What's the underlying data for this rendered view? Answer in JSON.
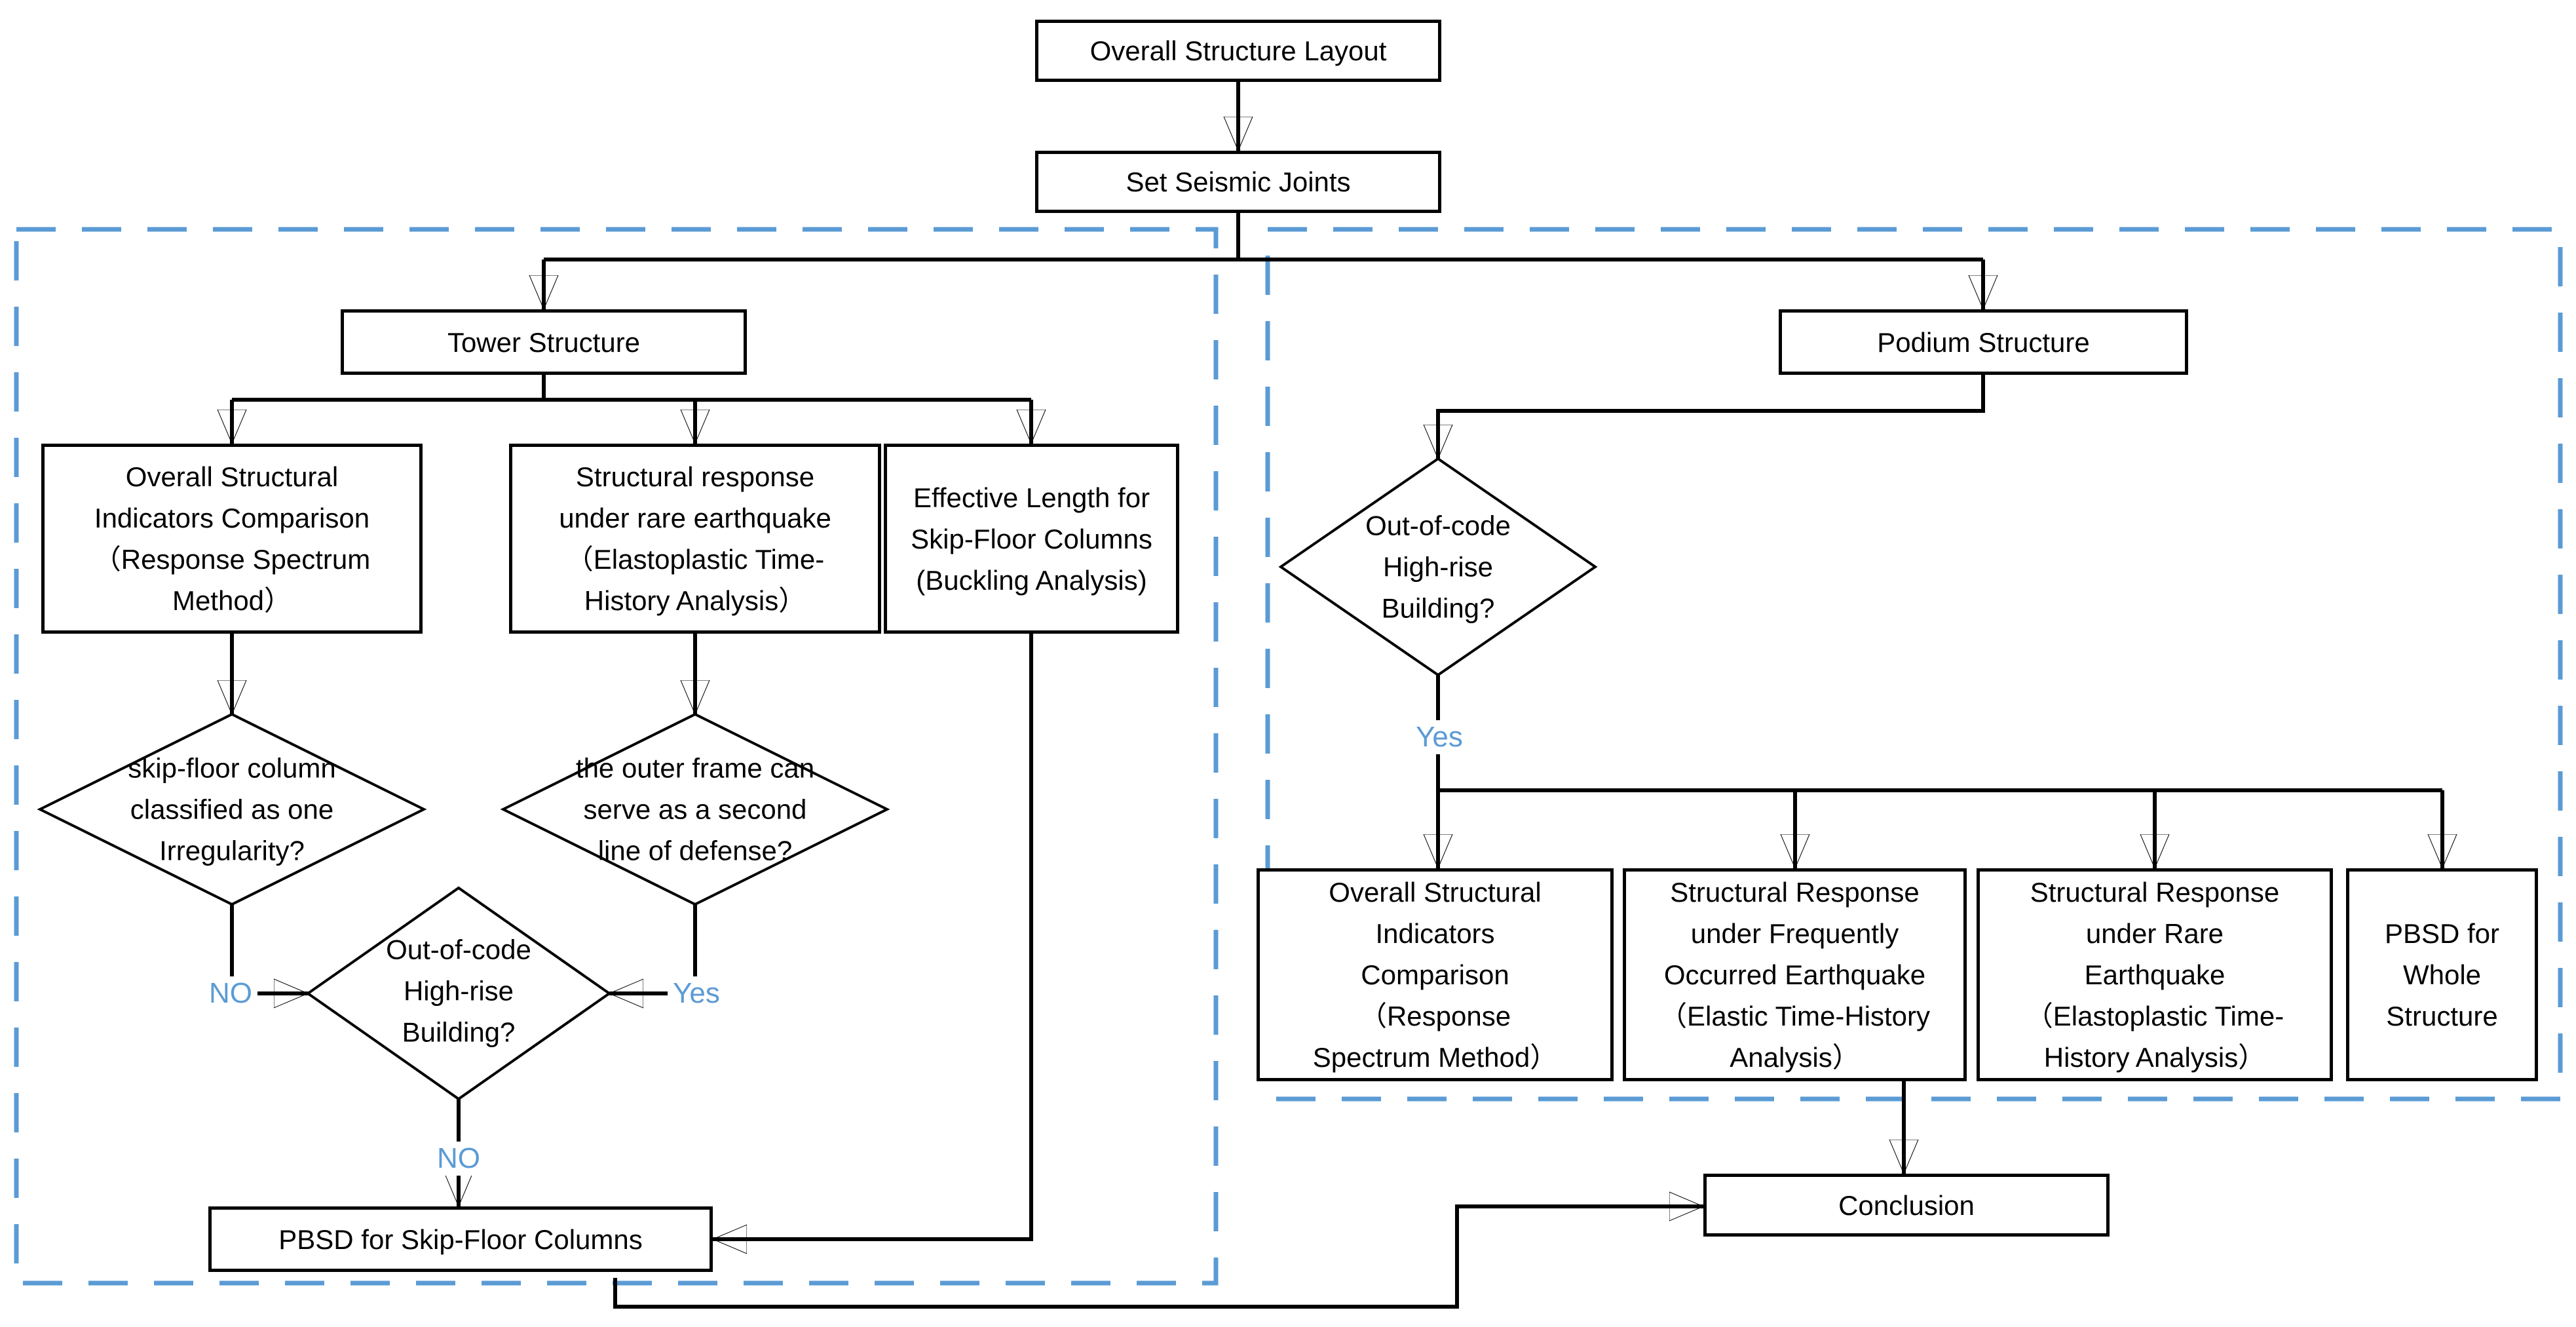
{
  "colors": {
    "accent": "#5B9BD5",
    "line": "#000000",
    "background": "#FFFFFF"
  },
  "nodes": {
    "overall_structure_layout": "Overall Structure Layout",
    "set_seismic_joints": "Set Seismic Joints",
    "tower_structure": "Tower Structure",
    "podium_structure": "Podium Structure",
    "tower_indicators": "Overall Structural\nIndicators Comparison\n（Response Spectrum\nMethod）",
    "tower_rare_response": "Structural response\nunder rare earthquake\n（Elastoplastic Time-\nHistory Analysis）",
    "tower_buckling": "Effective Length for\nSkip-Floor Columns\n(Buckling Analysis)",
    "pbsd_skip_floor": "PBSD for Skip-Floor Columns",
    "podium_indicators": "Overall Structural\nIndicators\nComparison\n（Response\nSpectrum Method）",
    "podium_frequent_response": "Structural Response\nunder Frequently\nOccurred Earthquake\n（Elastic Time-History\nAnalysis）",
    "podium_rare_response": "Structural Response\nunder Rare\nEarthquake\n（Elastoplastic Time-\nHistory Analysis）",
    "pbsd_whole_structure": "PBSD for\nWhole\nStructure",
    "conclusion": "Conclusion"
  },
  "decisions": {
    "skip_floor_irregularity": "skip-floor column\nclassified as one\nIrregularity?",
    "outer_frame_defense": "the outer frame can\nserve as a second\nline of defense?",
    "out_of_code_tower": "Out-of-code\nHigh-rise\nBuilding?",
    "out_of_code_podium": "Out-of-code\nHigh-rise\nBuilding?"
  },
  "labels": {
    "no_left": "NO",
    "yes_left": "Yes",
    "no_bottom": "NO",
    "yes_right": "Yes"
  }
}
